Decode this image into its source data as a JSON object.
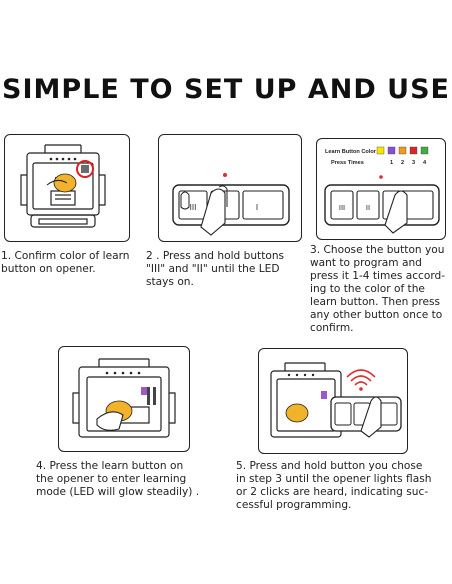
{
  "title": "SIMPLE TO SET UP AND USE",
  "steps": [
    {
      "caption_lines": [
        "1. Confirm color of learn",
        "button on opener."
      ]
    },
    {
      "caption_lines": [
        "2 .  Press and hold buttons",
        "\"III\" and \"II\"  until the LED",
        "stays on."
      ],
      "remote_labels": [
        "III",
        "II",
        "I"
      ]
    },
    {
      "caption_lines": [
        "3. Choose the button you",
        "want to program and",
        "press  it 1-4 times accord-",
        "ing to the color of the",
        "learn button. Then press",
        "any other button once to",
        "confirm."
      ],
      "chart": {
        "header": "Learn Button Color",
        "row_label": "Press  Times",
        "times": [
          "1",
          "2",
          "3",
          "4"
        ],
        "colors": [
          "#f2e600",
          "#8a4fd8",
          "#f39a1a",
          "#d92626",
          "#3fae3f"
        ]
      },
      "remote_labels": [
        "III",
        "II"
      ]
    },
    {
      "caption_lines": [
        "4. Press the learn button on",
        "the opener to enter learning",
        "mode (LED will glow steadily) ."
      ]
    },
    {
      "caption_lines": [
        "5. Press and hold button you chose",
        "in step 3 until the opener lights flash",
        "or 2 clicks are heard, indicating suc-",
        "cessful programming."
      ]
    }
  ],
  "colors": {
    "learn_button": "#f0b32a",
    "led": "#d93030",
    "highlight_ring": "#e02020",
    "signal": "#e03030",
    "purple_accent": "#9b59d0"
  }
}
